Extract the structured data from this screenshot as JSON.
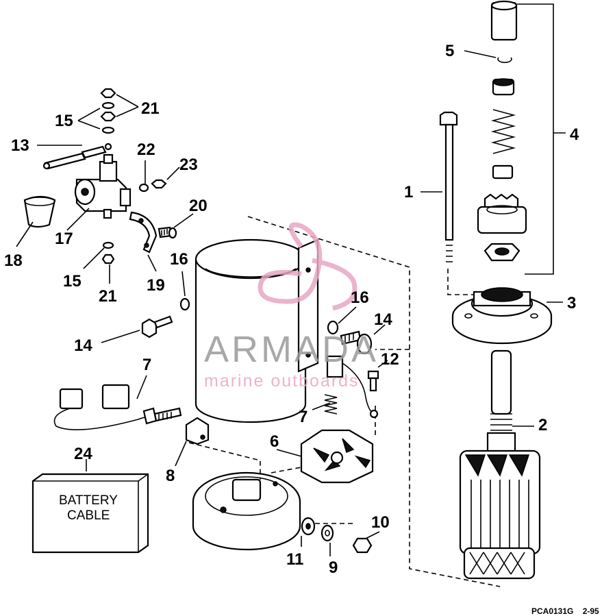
{
  "diagram": {
    "callouts": {
      "c1": "1",
      "c2": "2",
      "c3": "3",
      "c4": "4",
      "c5": "5",
      "c6": "6",
      "c7a": "7",
      "c7b": "7",
      "c8": "8",
      "c9": "9",
      "c10": "10",
      "c11": "11",
      "c12": "12",
      "c13": "13",
      "c14a": "14",
      "c14b": "14",
      "c15a": "15",
      "c15b": "15",
      "c16a": "16",
      "c16b": "16",
      "c17": "17",
      "c18": "18",
      "c19": "19",
      "c20": "20",
      "c21a": "21",
      "c21b": "21",
      "c22": "22",
      "c23": "23",
      "c24": "24"
    },
    "battery_cable_line1": "BATTERY",
    "battery_cable_line2": "CABLE",
    "figure_code": "PCA0131G    2-95"
  },
  "watermark": {
    "brand": "ARMADA",
    "tagline": "marine outboards",
    "color": "#e8a6c4"
  }
}
